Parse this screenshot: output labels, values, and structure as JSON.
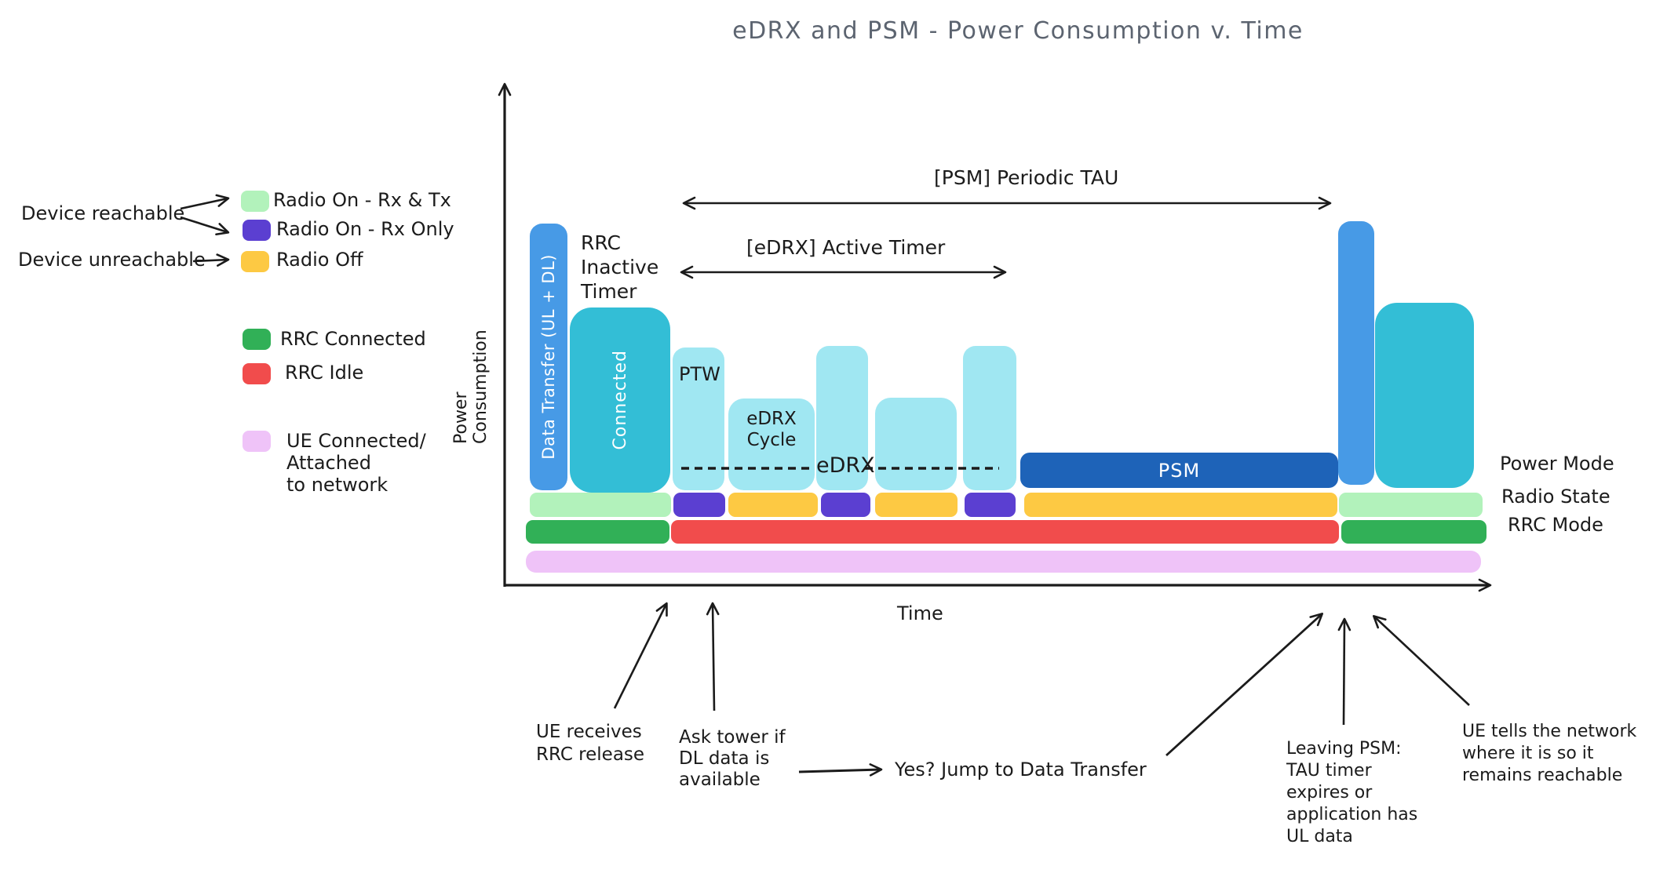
{
  "title": "eDRX and PSM - Power Consumption v. Time",
  "colors": {
    "radio_rx_tx": "#b2f2bb",
    "radio_rx_only": "#5b3fd1",
    "radio_off": "#fdc943",
    "rrc_connected": "#31b057",
    "rrc_idle": "#f14c4c",
    "ue_attached": "#efc3f8",
    "data_transfer": "#479ae6",
    "connected": "#33bed6",
    "edrx_bar": "#a0e7f2",
    "psm_bar": "#1e63b8",
    "ink": "#1b1b1b",
    "title_gray": "#5c6470"
  },
  "legend": {
    "device_reachable": "Device reachable",
    "device_unreachable": "Device unreachable",
    "radio_rx_tx": "Radio On - Rx & Tx",
    "radio_rx_only": "Radio On - Rx Only",
    "radio_off": "Radio Off",
    "rrc_connected": "RRC Connected",
    "rrc_idle": "RRC Idle",
    "ue_attached": "UE Connected/\nAttached\nto network"
  },
  "axes": {
    "y": "Power Consumption",
    "x": "Time"
  },
  "timers": {
    "psm": "[PSM] Periodic TAU",
    "edrx": "[eDRX] Active Timer",
    "rrc_inactive": "RRC\nInactive\nTimer"
  },
  "chart": {
    "data_transfer": "Data Transfer (UL + DL)",
    "connected": "Connected",
    "ptw": "PTW",
    "edrx_cycle": "eDRX\nCycle",
    "edrx_line": "eDRX",
    "psm": "PSM"
  },
  "row_labels": {
    "power_mode": "Power Mode",
    "radio_state": "Radio State",
    "rrc_mode": "RRC Mode"
  },
  "annotations": {
    "ue_receives": "UE receives\nRRC release",
    "ask_tower": "Ask tower if\nDL data is\navailable",
    "yes_jump": "Yes? Jump to Data Transfer",
    "leaving_psm": "Leaving PSM:\nTAU timer\nexpires or\napplication has\nUL data",
    "ue_tells": "UE tells the network\nwhere it is so it\nremains reachable"
  }
}
